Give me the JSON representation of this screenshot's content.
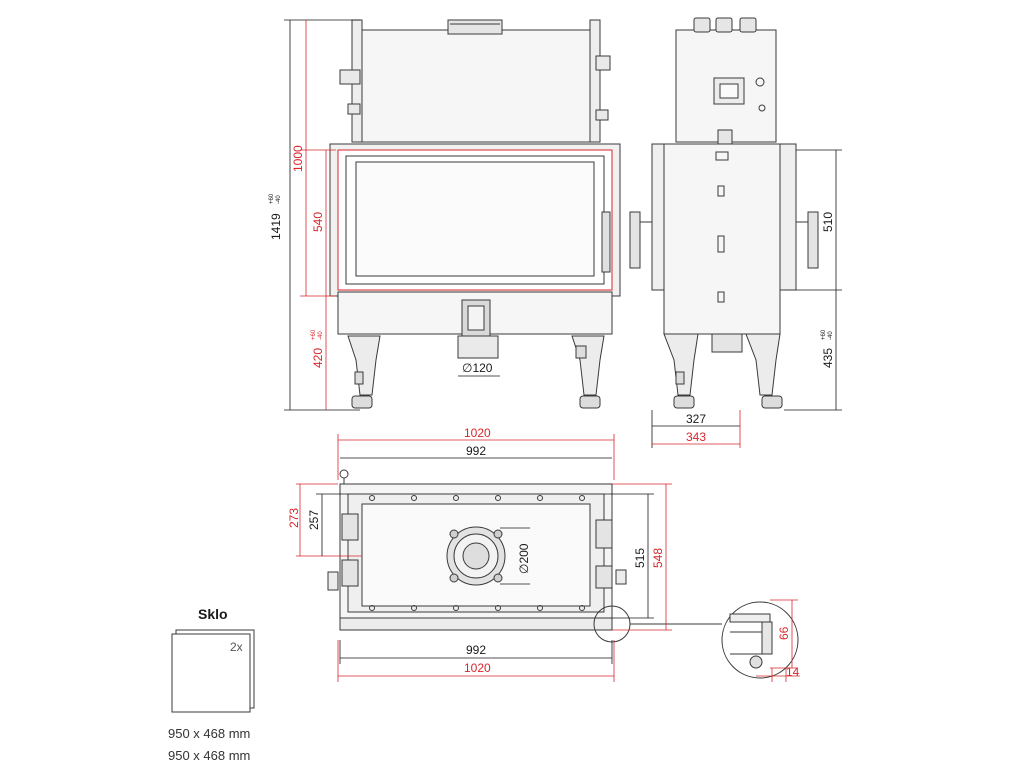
{
  "colors": {
    "outline": "#3a3a3a",
    "fill": "#f4f4f4",
    "dark_fill": "#dcdcdc",
    "dimension_black": "#1a1a1a",
    "dimension_red": "#d9262b",
    "glass_fill": "#ffffff"
  },
  "front_view": {
    "total_height": "1419",
    "total_height_tolerance_upper": "+60",
    "total_height_tolerance_lower": "-40",
    "height_to_top": "1000",
    "door_height": "540",
    "leg_height": "420",
    "leg_height_tolerance_upper": "+60",
    "leg_height_tolerance_lower": "-40",
    "air_inlet": "∅120"
  },
  "side_view": {
    "door_height": "510",
    "leg_height": "435",
    "leg_height_tolerance_upper": "+60",
    "leg_height_tolerance_lower": "-40",
    "depth_inner": "327",
    "depth_outer": "343"
  },
  "top_view": {
    "width_outer_top": "1020",
    "width_inner_top": "992",
    "width_inner_bottom": "992",
    "width_outer_bottom": "1020",
    "depth_left_outer": "273",
    "depth_left_inner": "257",
    "flue_diameter": "∅200",
    "depth_right_inner": "515",
    "depth_right_outer": "548"
  },
  "detail_view": {
    "height": "66",
    "width": "14"
  },
  "glass": {
    "title": "Sklo",
    "count": "2x",
    "sizes": [
      "950 x 468 mm",
      "950 x 468 mm"
    ]
  }
}
